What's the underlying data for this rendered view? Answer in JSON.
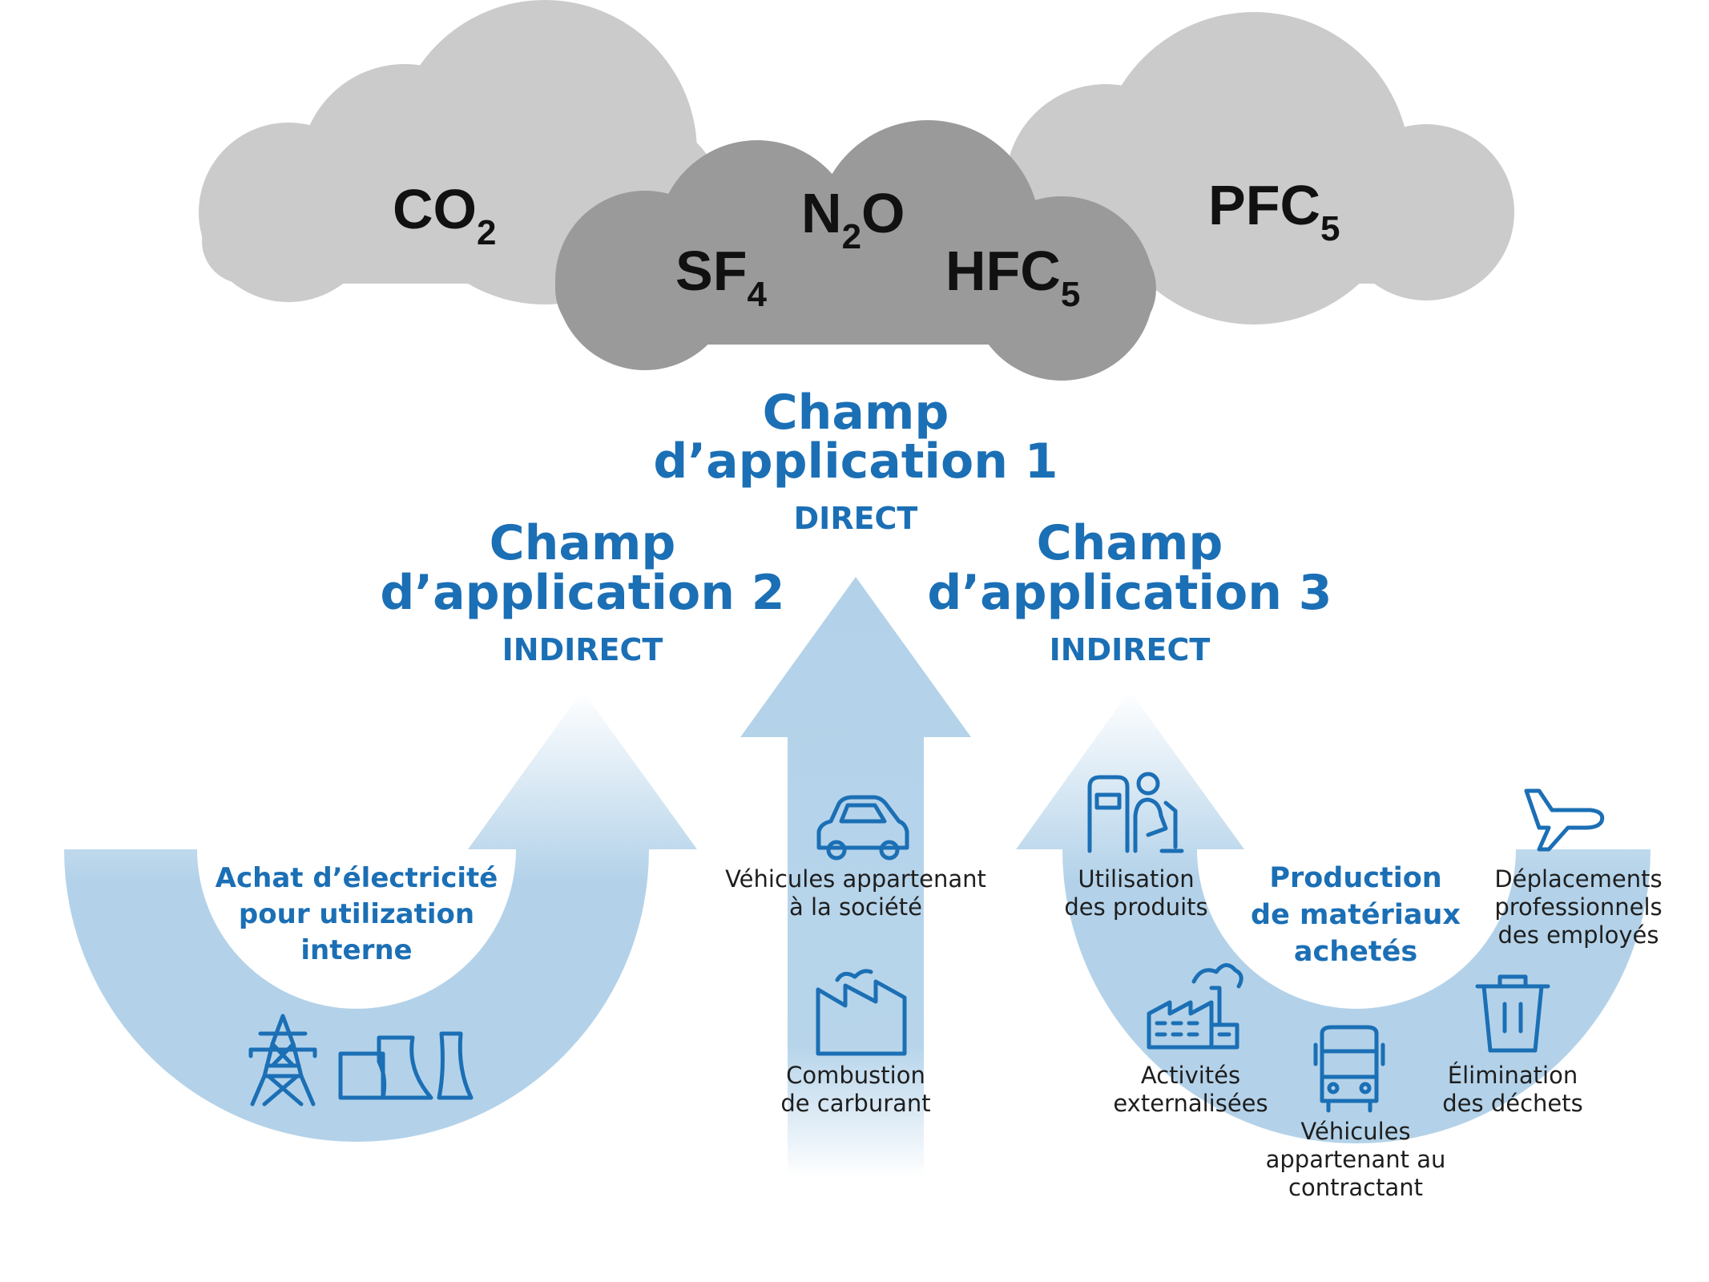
{
  "colors": {
    "cloud_light": "#cbcbcb",
    "cloud_dark": "#9a9a9a",
    "arrow_fill": "#b3d2e9",
    "accent_blue": "#1b6fb5",
    "text_dark": "#111111"
  },
  "gases": {
    "co2": {
      "base": "CO",
      "sub": "2"
    },
    "n2o": {
      "pre": "N",
      "sub": "2",
      "post": "O"
    },
    "sf4": {
      "base": "SF",
      "sub": "4"
    },
    "hfc5": {
      "base": "HFC",
      "sub": "5"
    },
    "pfc5": {
      "base": "PFC",
      "sub": "5"
    }
  },
  "scopes": {
    "scope1": {
      "line1": "Champ",
      "line2": "d’application 1",
      "kind": "DIRECT"
    },
    "scope2": {
      "line1": "Champ",
      "line2": "d’application 2",
      "kind": "INDIRECT"
    },
    "scope3": {
      "line1": "Champ",
      "line2": "d’application 3",
      "kind": "INDIRECT"
    }
  },
  "scope2_items": {
    "title_lines": [
      "Achat d’électricité",
      "pour utilization",
      "interne"
    ],
    "icons": [
      "power-pylon-icon",
      "cooling-towers-icon"
    ]
  },
  "scope1_items": {
    "vehicles": {
      "lines": [
        "Véhicules appartenant",
        "à la société"
      ],
      "icon": "car-icon"
    },
    "fuel": {
      "lines": [
        "Combustion",
        "de carburant"
      ],
      "icon": "factory-icon"
    }
  },
  "scope3_items": {
    "center_lines": [
      "Production",
      "de matériaux",
      "achetés"
    ],
    "products": {
      "lines": [
        "Utilisation",
        "des produits"
      ],
      "icon": "fuel-pump-icon"
    },
    "outsourced": {
      "lines": [
        "Activités",
        "externalisées"
      ],
      "icon": "industrial-plant-icon"
    },
    "contractor": {
      "lines": [
        "Véhicules",
        "appartenant au",
        "contractant"
      ],
      "icon": "bus-icon"
    },
    "waste": {
      "lines": [
        "Élimination",
        "des déchets"
      ],
      "icon": "trash-bin-icon"
    },
    "travel": {
      "lines": [
        "Déplacements",
        "professionnels",
        "des employés"
      ],
      "icon": "airplane-icon"
    }
  }
}
